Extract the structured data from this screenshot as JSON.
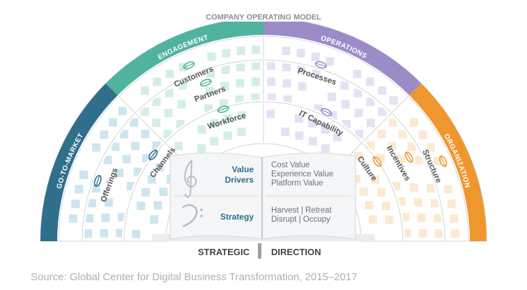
{
  "title": "COMPANY OPERATING MODEL",
  "quadrants": [
    {
      "key": "go_to_market",
      "label": "GO-TO-MARKET",
      "color": "#2f6f8c",
      "tile": "#bcdcea",
      "items": [
        {
          "label": "Offerings",
          "icon": "violin-icon"
        },
        {
          "label": "Channels",
          "icon": "cello-icon"
        }
      ]
    },
    {
      "key": "engagement",
      "label": "ENGAGEMENT",
      "color": "#4fb3a0",
      "tile": "#c5e8de",
      "items": [
        {
          "label": "Customers",
          "icon": "horn-icon"
        },
        {
          "label": "Partners",
          "icon": "clarinet-icon"
        },
        {
          "label": "Workforce",
          "icon": "tuba-icon"
        }
      ]
    },
    {
      "key": "operations",
      "label": "OPERATIONS",
      "color": "#9b8cc8",
      "tile": "#ddd7ee",
      "items": [
        {
          "label": "Processes",
          "icon": "piano-icon"
        },
        {
          "label": "IT Capability",
          "icon": "drum-icon"
        }
      ]
    },
    {
      "key": "organization",
      "label": "ORGANIZATION",
      "color": "#f0962f",
      "tile": "#fbe2c2",
      "items": [
        {
          "label": "Culture",
          "icon": "flute-icon"
        },
        {
          "label": "Incentives",
          "icon": "bassoon-icon"
        },
        {
          "label": "Structure",
          "icon": "trumpet-icon"
        }
      ]
    }
  ],
  "book": {
    "value_label_1": "Value",
    "value_label_2": "Drivers",
    "value_items": [
      "Cost Value",
      "Experience Value",
      "Platform Value"
    ],
    "strategy_label": "Strategy",
    "strategy_items": [
      "Harvest | Retreat",
      "Disrupt | Occupy"
    ],
    "treble_icon": "treble-clef-icon",
    "bass_icon": "bass-clef-icon"
  },
  "footer_left": "STRATEGIC",
  "footer_right": "DIRECTION",
  "source": "Source: Global Center for Digital Business Transformation, 2015–2017",
  "colors": {
    "label_text": "#555555",
    "accent_blue": "#2a6e8e",
    "outline": "#cfd4d8"
  }
}
